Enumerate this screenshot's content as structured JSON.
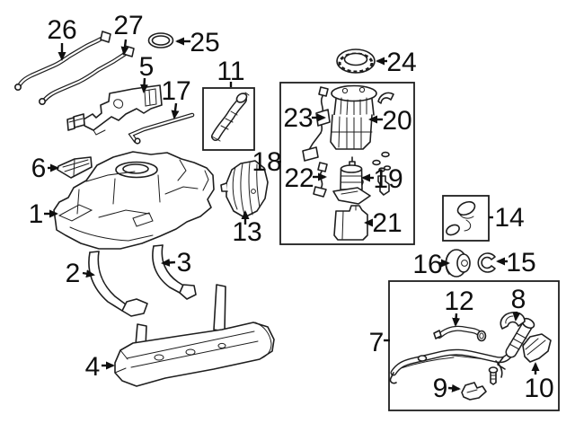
{
  "figure": {
    "type": "exploded-parts-diagram",
    "subject": "fuel-tank-and-filler-pipe-assembly",
    "colors": {
      "background": "#ffffff",
      "line": "#1e1e1e",
      "label": "#0f0f0f"
    }
  },
  "callouts": [
    "1",
    "2",
    "3",
    "4",
    "5",
    "6",
    "7",
    "8",
    "9",
    "10",
    "11",
    "12",
    "13",
    "14",
    "15",
    "16",
    "17",
    "18",
    "19",
    "20",
    "21",
    "22",
    "23",
    "24",
    "25",
    "26",
    "27"
  ],
  "groups": [
    {
      "id": "box-11",
      "contains": [
        "11"
      ]
    },
    {
      "id": "box-18",
      "contains": [
        "19",
        "20",
        "21",
        "22",
        "23"
      ]
    },
    {
      "id": "box-14",
      "contains": [
        "14"
      ]
    },
    {
      "id": "box-7",
      "contains": [
        "7",
        "8",
        "9",
        "10",
        "12"
      ]
    }
  ]
}
